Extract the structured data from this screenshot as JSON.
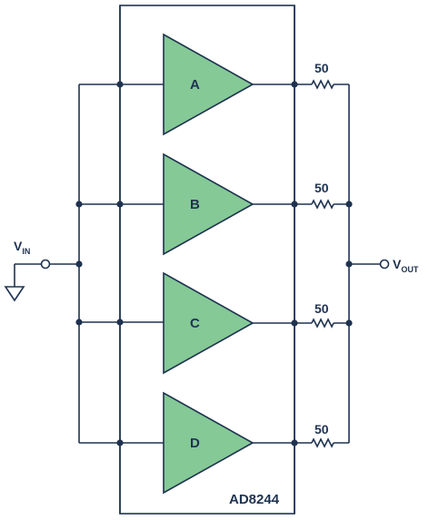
{
  "diagram": {
    "chip_label": "AD8244",
    "amplifiers": [
      {
        "label": "A"
      },
      {
        "label": "B"
      },
      {
        "label": "C"
      },
      {
        "label": "D"
      }
    ],
    "resistors": [
      {
        "value": "50"
      },
      {
        "value": "50"
      },
      {
        "value": "50"
      },
      {
        "value": "50"
      }
    ],
    "input": {
      "main": "V",
      "sub": "IN"
    },
    "output": {
      "main": "V",
      "sub": "OUT"
    },
    "colors": {
      "line": "#1f3350",
      "amplifier_fill": "#85c996",
      "background": "#ffffff"
    }
  }
}
